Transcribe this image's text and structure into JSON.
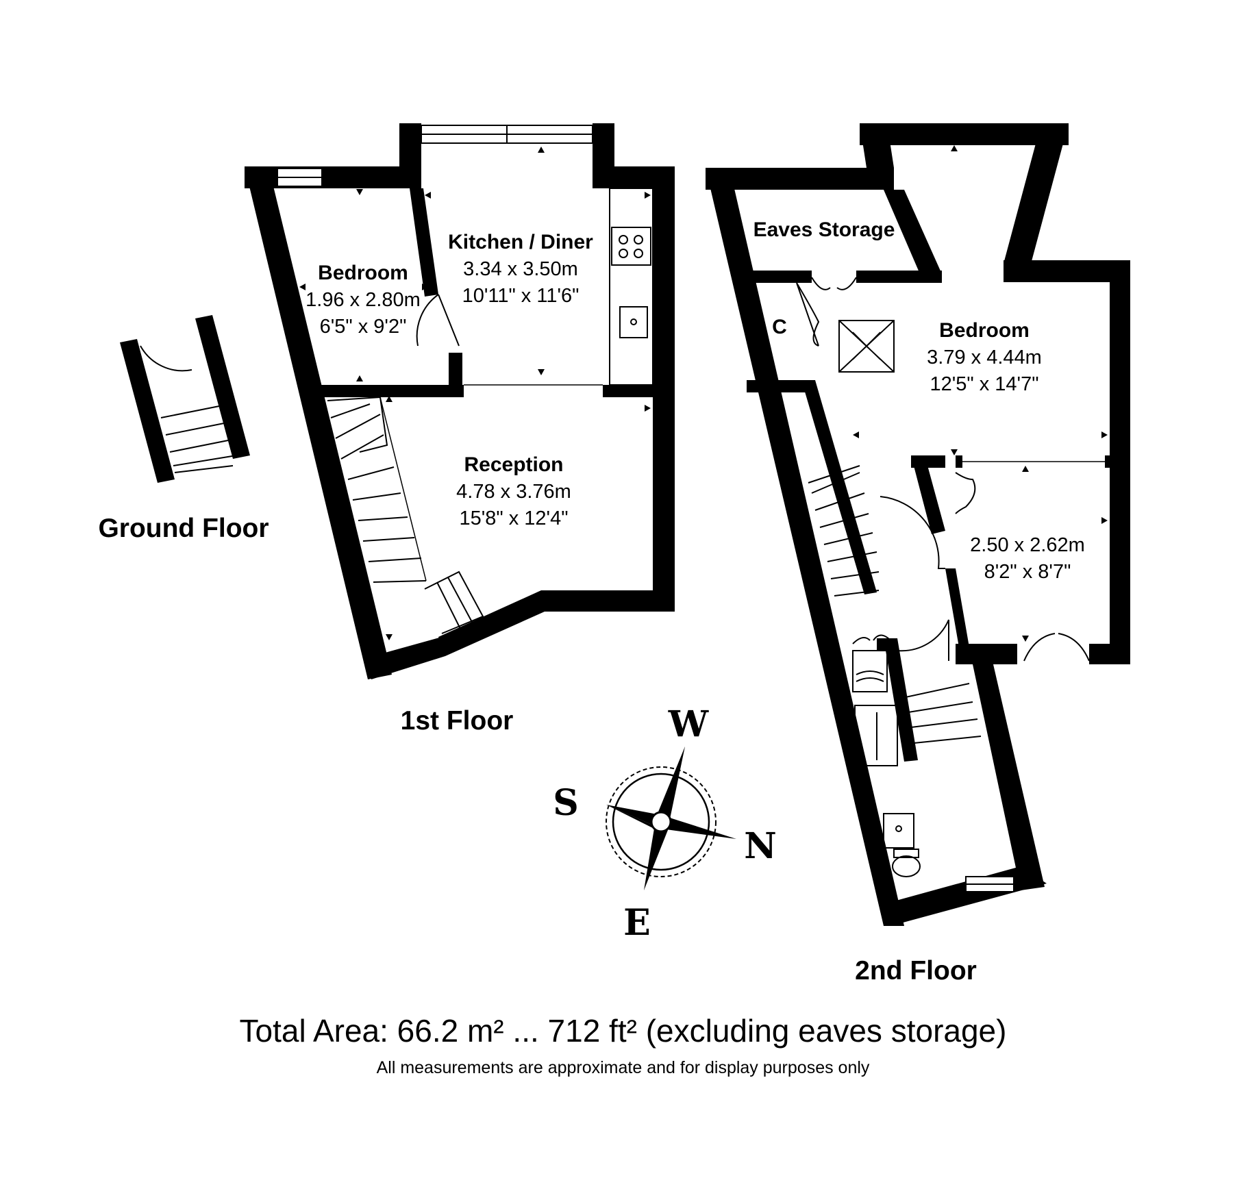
{
  "floors": {
    "ground": "Ground Floor",
    "first": "1st Floor",
    "second": "2nd Floor"
  },
  "rooms": {
    "first_bedroom": {
      "name": "Bedroom",
      "metric": "1.96 x 2.80m",
      "imperial": "6'5\" x 9'2\""
    },
    "kitchen": {
      "name": "Kitchen / Diner",
      "metric": "3.34 x 3.50m",
      "imperial": "10'11\" x 11'6\""
    },
    "reception": {
      "name": "Reception",
      "metric": "4.78 x 3.76m",
      "imperial": "15'8\" x 12'4\""
    },
    "eaves": {
      "name": "Eaves Storage"
    },
    "cupboard": {
      "name": "C"
    },
    "second_bedroom": {
      "name": "Bedroom",
      "metric": "3.79 x 4.44m",
      "imperial": "12'5\" x 14'7\""
    },
    "small_room": {
      "metric": "2.50 x 2.62m",
      "imperial": "8'2\" x 8'7\""
    }
  },
  "compass": {
    "w": "W",
    "s": "S",
    "n": "N",
    "e": "E"
  },
  "footer": {
    "total": "Total Area: 66.2 m² ... 712 ft² (excluding eaves storage)",
    "note": "All measurements are approximate and for display purposes only"
  }
}
